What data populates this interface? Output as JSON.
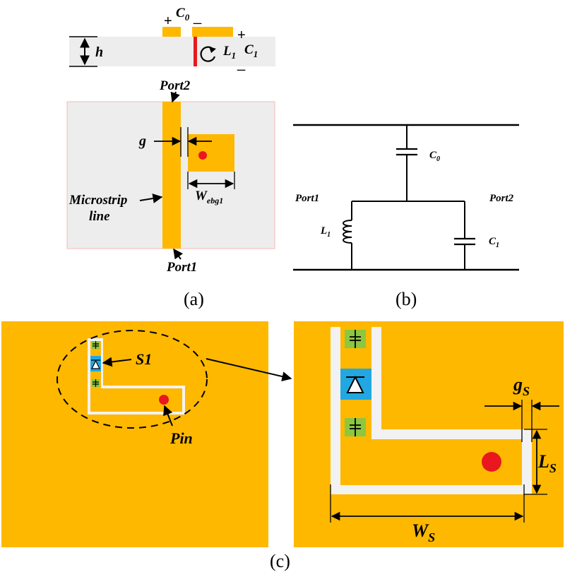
{
  "colors": {
    "copper": "#FFB800",
    "substrate": "#EDEDED",
    "slot": "#F2F2F2",
    "via": "#E8181E",
    "diode_bg": "#22A7E0",
    "cap_bg": "#8DC63F",
    "line": "#000000"
  },
  "panel_a": {
    "plus_c0": "+",
    "c0": "C",
    "c0_sub": "0",
    "minus_c0": "_",
    "plus_c1": "+",
    "l1": "L",
    "l1_sub": "1",
    "c1": "C",
    "c1_sub": "1",
    "minus_c1": "_",
    "h": "h",
    "port2": "Port2",
    "g": "g",
    "w_ebg": "W",
    "w_ebg_sub": "ebg1",
    "microstrip_1": "Microstrip",
    "microstrip_2": "line",
    "port1": "Port1",
    "caption": "(a)"
  },
  "panel_b": {
    "c0": "C",
    "c0_sub": "0",
    "port1": "Port1",
    "port2": "Port2",
    "l1": "L",
    "l1_sub": "1",
    "c1": "C",
    "c1_sub": "1",
    "caption": "(b)"
  },
  "panel_c": {
    "s1": "S1",
    "pin": "Pin",
    "gs": "g",
    "gs_sub": "S",
    "ls": "L",
    "ls_sub": "S",
    "ws": "W",
    "ws_sub": "S",
    "caption": "(c)"
  }
}
